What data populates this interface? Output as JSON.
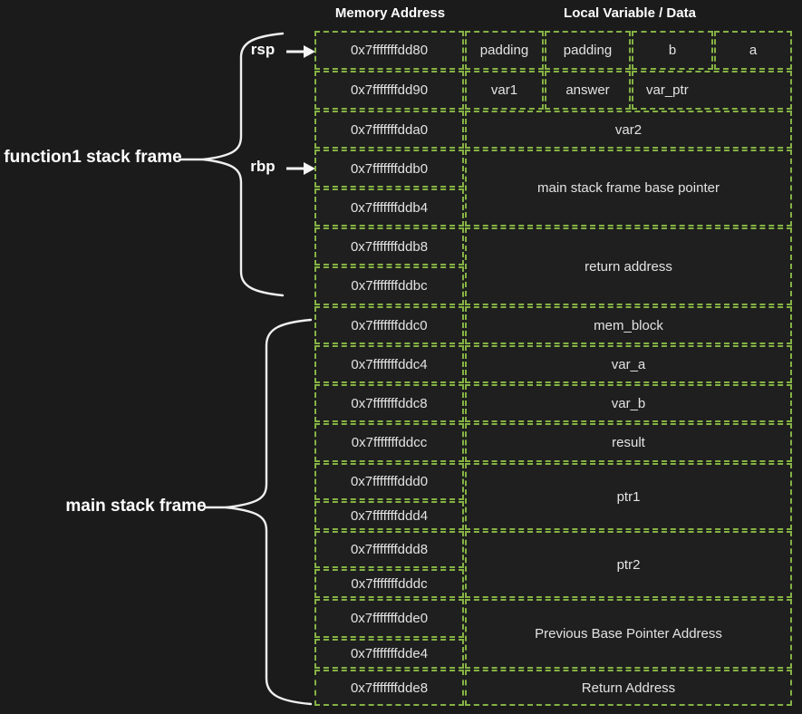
{
  "header": {
    "memory_address": "Memory Address",
    "local_variable": "Local Variable / Data"
  },
  "annotations": {
    "function1_label": "function1 stack frame",
    "main_label": "main stack frame",
    "rsp_label": "rsp",
    "rbp_label": "rbp"
  },
  "table": {
    "addresses": [
      "0x7fffffffdd80",
      "0x7fffffffdd90",
      "0x7fffffffdda0",
      "0x7fffffffddb0",
      "0x7fffffffddb4",
      "0x7fffffffddb8",
      "0x7fffffffddbc",
      "0x7fffffffddc0",
      "0x7fffffffddc4",
      "0x7fffffffddc8",
      "0x7fffffffddcc",
      "0x7fffffffddd0",
      "0x7fffffffddd4",
      "0x7fffffffddd8",
      "0x7fffffffdddc",
      "0x7fffffffdde0",
      "0x7fffffffdde4",
      "0x7fffffffdde8"
    ],
    "row1": [
      "padding",
      "padding",
      "b",
      "a"
    ],
    "row2": [
      "var1",
      "answer",
      "var_ptr"
    ],
    "spans": [
      "var2",
      "main stack frame base pointer",
      "return address",
      "mem_block",
      "var_a",
      "var_b",
      "result",
      "ptr1",
      "ptr2",
      "Previous Base Pointer Address",
      "Return Address"
    ]
  },
  "colors": {
    "page_bg": "#1b1b1b",
    "cell_bg": "#1f1f1f",
    "border_green": "#85b244",
    "cell_text": "#e3e3e3",
    "bright_text": "#ffffff"
  }
}
